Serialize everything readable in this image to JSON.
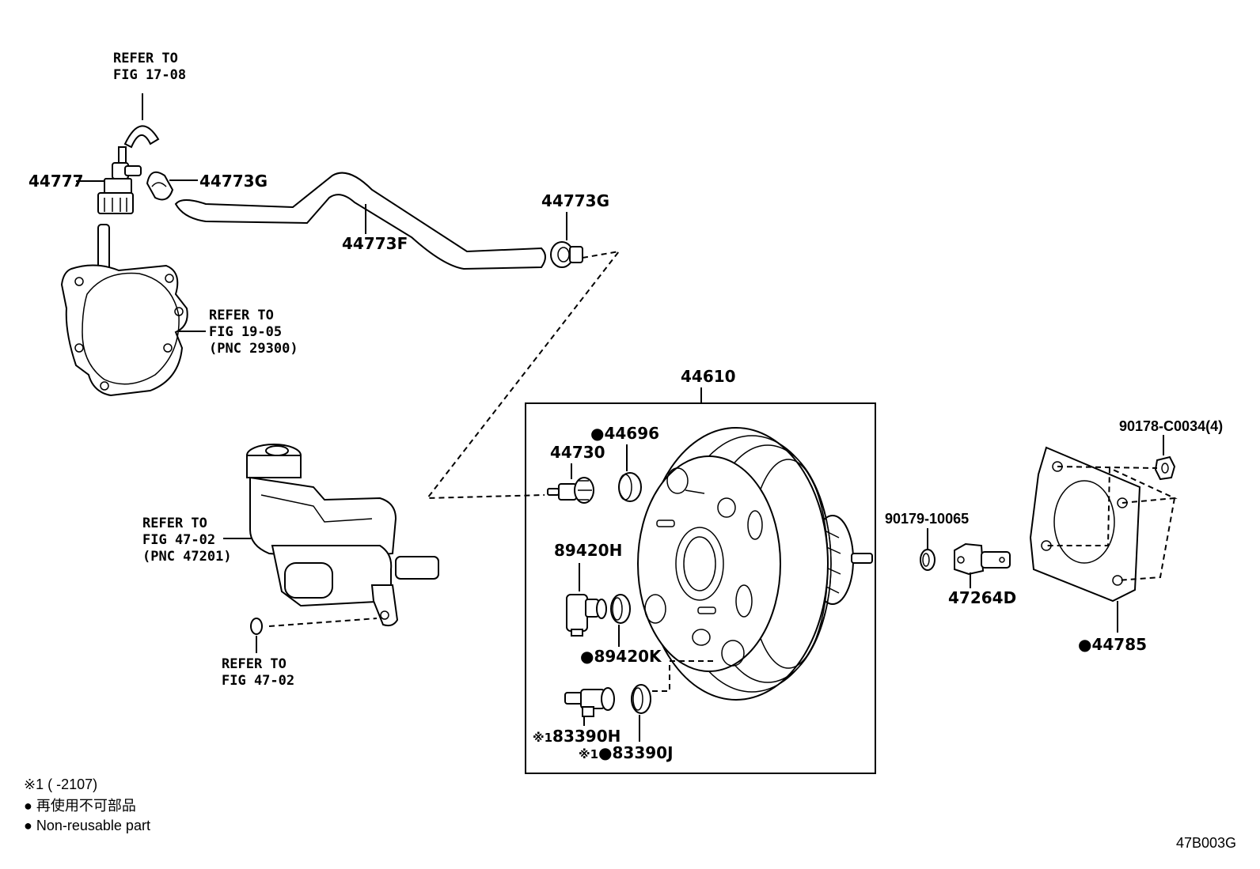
{
  "labels": {
    "p44777": "44777",
    "p44773G_a": "44773G",
    "p44773F": "44773F",
    "p44773G_b": "44773G",
    "p44610": "44610",
    "p44696": "44696",
    "p44730": "44730",
    "p89420H": "89420H",
    "p89420K": "89420K",
    "p83390H": "83390H",
    "p83390J": "83390J",
    "p90178": "90178-C0034(4)",
    "p90179": "90179-10065",
    "p47264D": "47264D",
    "p44785": "44785"
  },
  "marks": {
    "nonreusable": "●",
    "note1": "※1"
  },
  "refs": {
    "ref_17_08": {
      "line1": "REFER TO",
      "line2": "FIG 17-08"
    },
    "ref_19_05": {
      "line1": "REFER TO",
      "line2": "FIG 19-05",
      "line3": "(PNC 29300)"
    },
    "ref_47_02_pnc": {
      "line1": "REFER TO",
      "line2": "FIG 47-02",
      "line3": "(PNC 47201)"
    },
    "ref_47_02": {
      "line1": "REFER TO",
      "line2": "FIG 47-02"
    }
  },
  "legend": {
    "note1": "※1 (        -2107)",
    "nonreusable_jp": "● 再使用不可部品",
    "nonreusable_en": "● Non-reusable part"
  },
  "figure_code": "47B003G"
}
